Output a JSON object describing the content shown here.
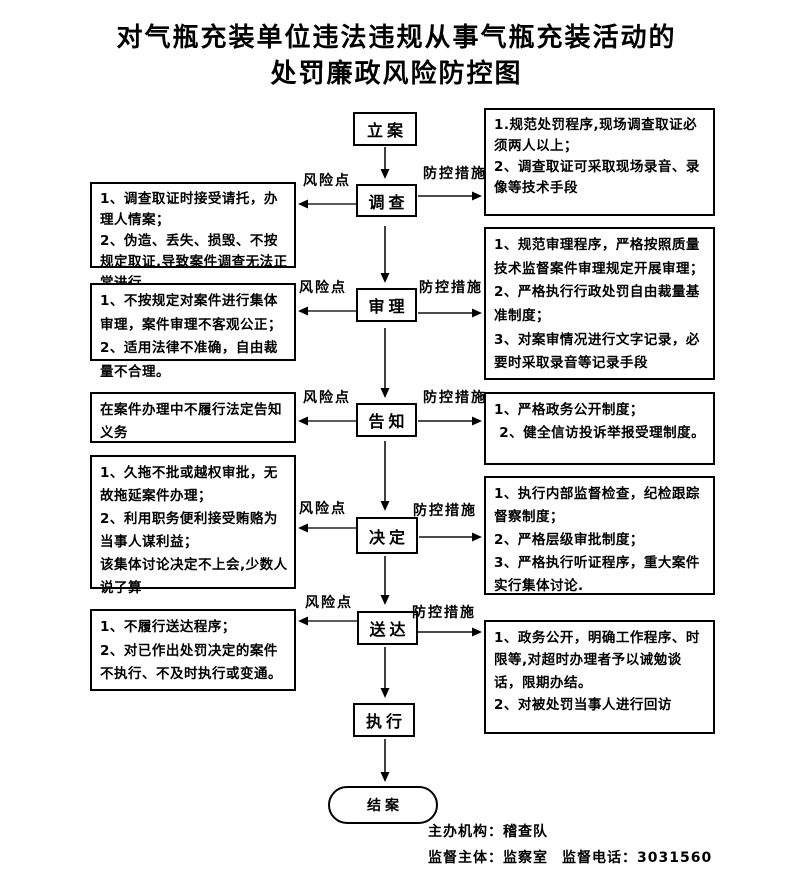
{
  "title": {
    "line1": "对气瓶充装单位违法违规从事气瓶充装活动的",
    "line2": "处罚廉政风险防控图"
  },
  "arrow_labels": {
    "risk": "风险点",
    "measure": "防控措施"
  },
  "stages": [
    {
      "label": "立案"
    },
    {
      "label": "调查"
    },
    {
      "label": "审理"
    },
    {
      "label": "告知"
    },
    {
      "label": "决定"
    },
    {
      "label": "送达"
    },
    {
      "label": "执行"
    },
    {
      "label": "结案"
    }
  ],
  "risk_boxes": [
    {
      "text": "1、调查取证时接受请托，办理人情案；\n2、伪造、丢失、损毁、不按规定取证,导致案件调查无法正常进行"
    },
    {
      "text": "1、不按规定对案件进行集体审理，案件审理不客观公正；\n2、适用法律不准确，自由裁量不合理。"
    },
    {
      "text": "在案件办理中不履行法定告知义务"
    },
    {
      "text": "1、久拖不批或越权审批，无故拖延案件办理；\n2、利用职务便利接受贿赂为当事人谋利益；\n该集体讨论决定不上会,少数人说了算"
    },
    {
      "text": "1、不履行送达程序；\n2、对已作出处罚决定的案件不执行、不及时执行或变通。"
    }
  ],
  "measure_boxes": [
    {
      "text": "1.规范处罚程序,现场调查取证必须两人以上；\n2、调查取证可采取现场录音、录像等技术手段"
    },
    {
      "text": "1、规范审理程序，严格按照质量技术监督案件审理规定开展审理；\n2、严格执行行政处罚自由裁量基准制度；\n3、对案审情况进行文字记录，必要时采取录音等记录手段"
    },
    {
      "text": "1、严格政务公开制度；\n 2、健全信访投诉举报受理制度。"
    },
    {
      "text": "1、执行内部监督检查，纪检跟踪督察制度；\n2、严格层级审批制度；\n3、严格执行听证程序，重大案件实行集体讨论."
    },
    {
      "text": "1、政务公开，明确工作程序、时限等,对超时办理者予以诫勉谈话，限期办结。\n2、对被处罚当事人进行回访"
    }
  ],
  "footer": {
    "host": "主办机构：稽查队",
    "supervisor": "监督主体：监察室",
    "phone": "监督电话：3031560"
  }
}
